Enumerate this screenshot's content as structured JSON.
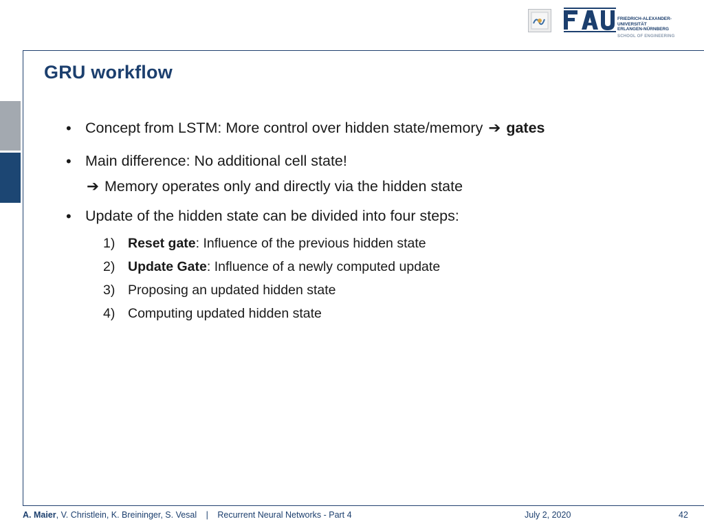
{
  "slide": {
    "title": "GRU workflow",
    "bullets": [
      {
        "marker": "•",
        "text_before": "Concept from LSTM: More control over hidden state/memory",
        "arrow": "➔",
        "text_bold": "gates"
      },
      {
        "marker": "•",
        "text": "Main difference: No additional cell state!",
        "sub_arrow": "➔",
        "sub_text": "Memory operates only and directly via the hidden state"
      },
      {
        "marker": "•",
        "text": "Update of the hidden state can be divided into four steps:",
        "steps": [
          {
            "num": "1)",
            "bold": "Reset gate",
            "rest": ": Influence of the previous hidden state"
          },
          {
            "num": "2)",
            "bold": "Update Gate",
            "rest": ": Influence of a newly computed update"
          },
          {
            "num": "3)",
            "bold": "",
            "rest": "Proposing an updated hidden state"
          },
          {
            "num": "4)",
            "bold": "",
            "rest": "Computing updated hidden state"
          }
        ]
      }
    ]
  },
  "logo": {
    "name": "FAU",
    "line1": "FRIEDRICH-ALEXANDER-",
    "line2": "UNIVERSITÄT",
    "line3": "ERLANGEN-NÜRNBERG",
    "school": "SCHOOL OF ENGINEERING",
    "brand_color": "#1c3f6e"
  },
  "footer": {
    "author_bold": "A. Maier",
    "authors_rest": ", V. Christlein, K. Breininger, S. Vesal",
    "separator": "|",
    "course": "Recurrent Neural Networks - Part 4",
    "date": "July 2, 2020",
    "page": "42"
  },
  "colors": {
    "accent": "#1c3f6e",
    "side_gray": "#a3a9b0",
    "side_blue": "#1c4673"
  }
}
